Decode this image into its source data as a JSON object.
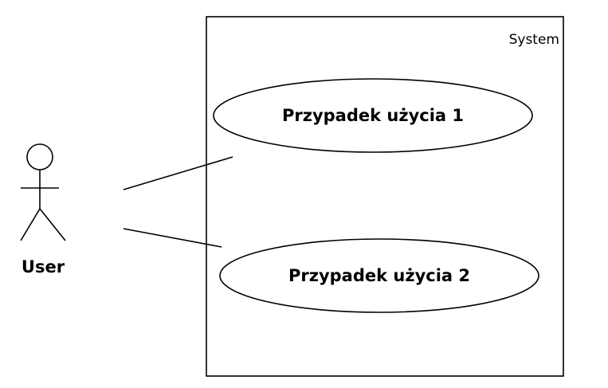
{
  "diagram": {
    "system": {
      "label": "System"
    },
    "actor": {
      "label": "User"
    },
    "use_cases": [
      {
        "label": "Przypadek użycia 1"
      },
      {
        "label": "Przypadek użycia 2"
      }
    ]
  }
}
